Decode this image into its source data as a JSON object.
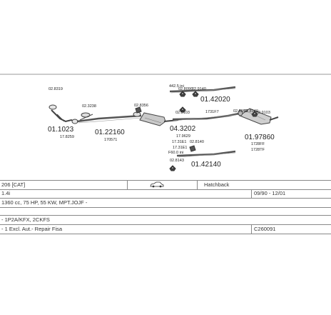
{
  "diagram": {
    "labels": {
      "lbl_1": "02.8319",
      "lbl_2": "02.3238",
      "lbl_3": "01.1023",
      "lbl_4": "17.8259",
      "lbl_5": "01.22160",
      "lbl_6": "170571",
      "lbl_7": "02.8356",
      "lbl_8": "04.3202",
      "lbl_9": "17.9629",
      "lbl_10": "17.31E1",
      "lbl_11": "02.9103",
      "lbl_12": "442.5 ini",
      "lbl_13": "02.8090",
      "lbl_14": "02.9140",
      "lbl_15": "01.42020",
      "lbl_16": "1731F7",
      "lbl_17": "02.8093",
      "lbl_18": "02.8140",
      "lbl_19": "02.9103",
      "lbl_20": "01.97860",
      "lbl_21": "1728FF",
      "lbl_22": "1728TF",
      "lbl_23": "02.8140",
      "lbl_24": "17.31E1",
      "lbl_25": "F60.0 ini",
      "lbl_26": "01.42140",
      "lbl_27": "02.8143"
    }
  },
  "table": {
    "model": "206  [CAT]",
    "body_type": "Hatchback",
    "engine": "1.4i",
    "years": "09/90 - 12/01",
    "spec": "1360 cc, 75 HP, 55 KW, MPT.JOJF -",
    "codes": "- 1P2A/KFX, 2CKFS",
    "note": "- 1 Excl. Aut.- Repair Fisa",
    "ref": "C260091"
  }
}
